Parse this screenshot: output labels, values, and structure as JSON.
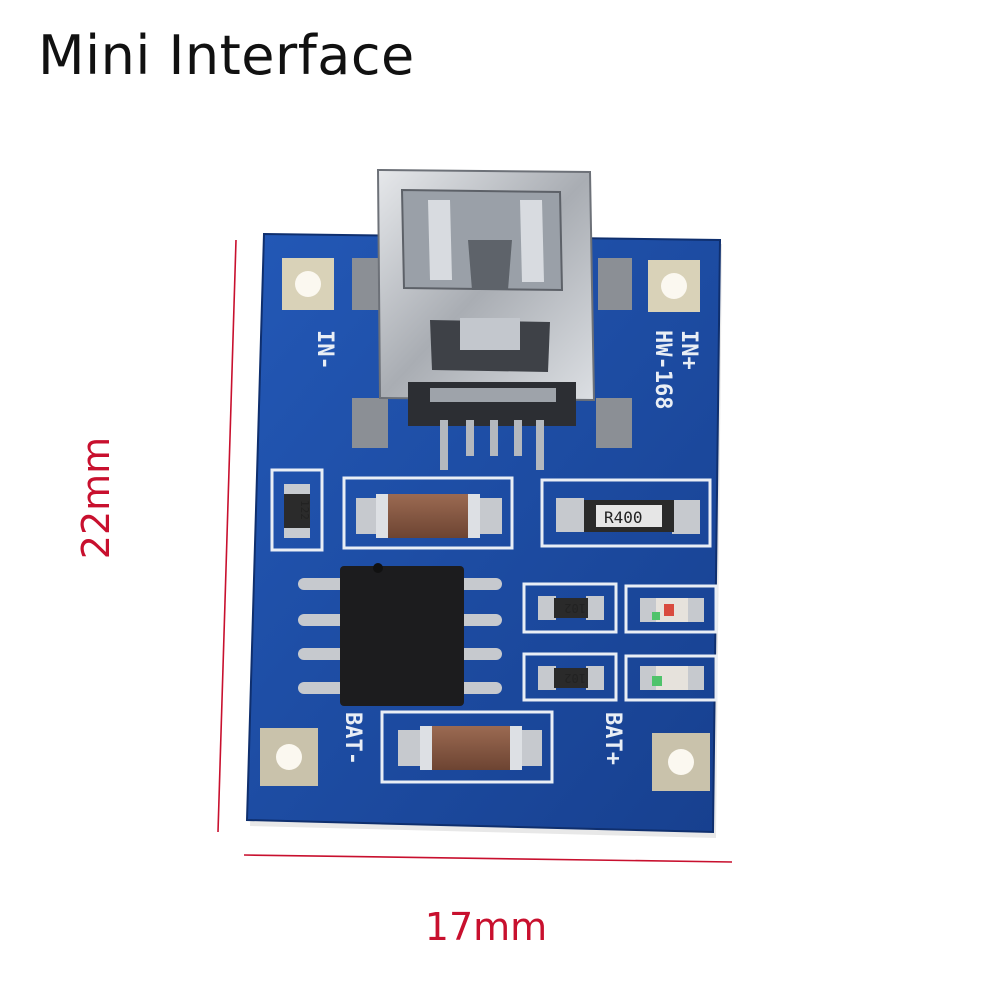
{
  "title": "Mini Interface",
  "dimensions": {
    "height": "22mm",
    "width": "17mm"
  },
  "silkscreen": {
    "in_minus": "IN-",
    "in_plus": "IN+",
    "model": "HW-168",
    "bat_minus": "BAT-",
    "bat_plus": "BAT+"
  },
  "components": {
    "resistor_small": "122",
    "resistor_r400": "R400",
    "resistor_1": "102",
    "resistor_2": "102"
  },
  "colors": {
    "pcb": "#1f4fa8",
    "pcb_dark": "#163a85",
    "silk": "#e9eef5",
    "dimension": "#c8102e",
    "capacitor": "#8b5a44",
    "metal": "#c9ccd1"
  }
}
